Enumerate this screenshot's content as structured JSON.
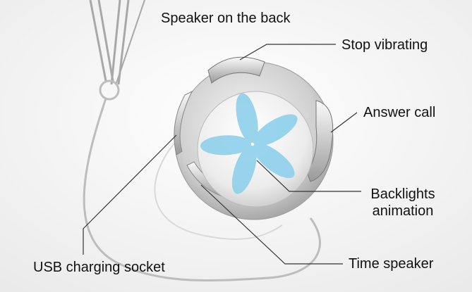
{
  "labels": {
    "speaker_back": "Speaker on the back",
    "stop_vibrating": "Stop vibrating",
    "answer_call": "Answer call",
    "backlights_line1": "Backlights",
    "backlights_line2": "animation",
    "usb_socket": "USB charging socket",
    "time_speaker": "Time speaker"
  },
  "colors": {
    "petal": "#8fd0ec",
    "leader_line": "#333333",
    "metal": "#d8d8d8"
  }
}
